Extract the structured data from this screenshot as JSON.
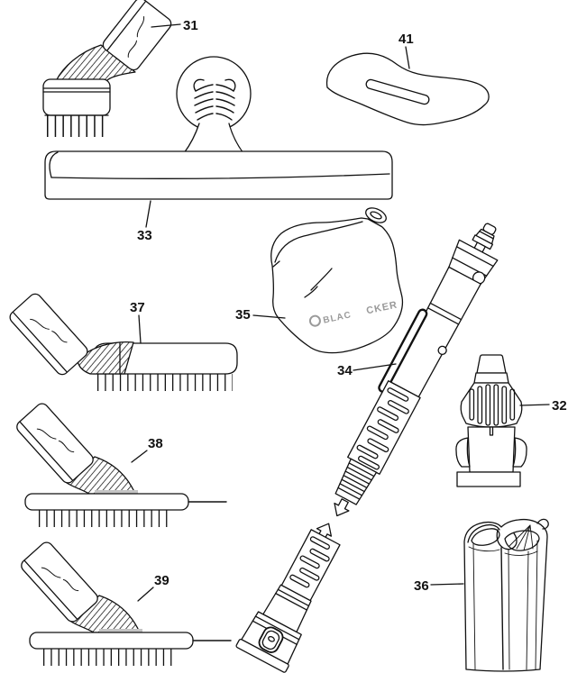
{
  "diagram": {
    "kind": "exploded-parts-diagram",
    "subject": "vacuum cleaner accessory parts",
    "background_color": "#ffffff",
    "line_color": "#111111",
    "brand": {
      "left": "BLAC",
      "right": "CKER"
    },
    "labels": [
      {
        "text": "31",
        "part": "round-dusting-brush"
      },
      {
        "text": "41",
        "part": "blade-pad"
      },
      {
        "text": "33",
        "part": "floor-nozzle"
      },
      {
        "text": "35",
        "part": "dust-bag"
      },
      {
        "text": "37",
        "part": "flat-brush"
      },
      {
        "text": "34",
        "part": "extension-wand"
      },
      {
        "text": "32",
        "part": "adapter-nozzle"
      },
      {
        "text": "38",
        "part": "angled-brush"
      },
      {
        "text": "36",
        "part": "tube-duct"
      },
      {
        "text": "39",
        "part": "angled-brush"
      }
    ]
  }
}
